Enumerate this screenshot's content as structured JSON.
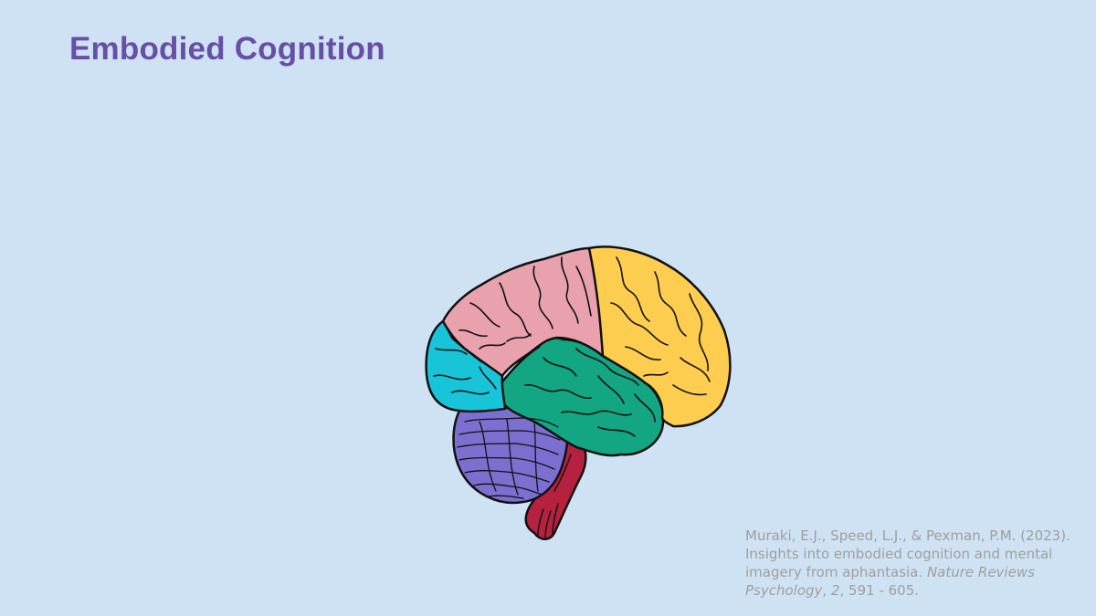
{
  "slide": {
    "title": "Embodied Cognition",
    "background_color": "#cfe2f3",
    "title_color": "#674ea7"
  },
  "brain_image": {
    "icon": "brain-illustration",
    "lobe_colors": {
      "frontal": "#e8a1ad",
      "parietal": "#fdcd4f",
      "temporal": "#12a683",
      "occipital": "#18c5d8",
      "cerebellum": "#7b6fcf",
      "brainstem": "#b5213e",
      "outline": "#111111"
    }
  },
  "citation": {
    "color": "#9e9e9e",
    "authors": "Muraki, E.J., Speed, L.J., & Pexman, P.M. (2023).",
    "article_title": "Insights into embodied cognition and mental imagery from aphantasia.",
    "journal": "Nature Reviews Psychology",
    "volume": "2",
    "pages": ", 591 - 605."
  }
}
